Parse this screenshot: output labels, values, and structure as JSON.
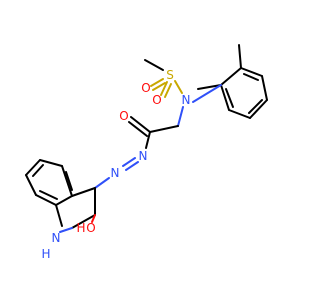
{
  "colors": {
    "bond": "#000000",
    "oxygen": "#ff0d0d",
    "nitrogen": "#3050f8",
    "sulfur": "#c8a800",
    "background": "#ffffff"
  },
  "atoms": {
    "o_sulfonyl_left": "O",
    "s_sulfonyl": "S",
    "o_sulfonyl_bottom": "O",
    "n_sulfonamide": "N",
    "o_carbonyl": "O",
    "n_hydrazone_1": "N",
    "n_hydrazone_2": "N",
    "o_hydroxy": "O",
    "h_hydroxy": "H",
    "n_indole": "N",
    "h_indole": "H"
  }
}
